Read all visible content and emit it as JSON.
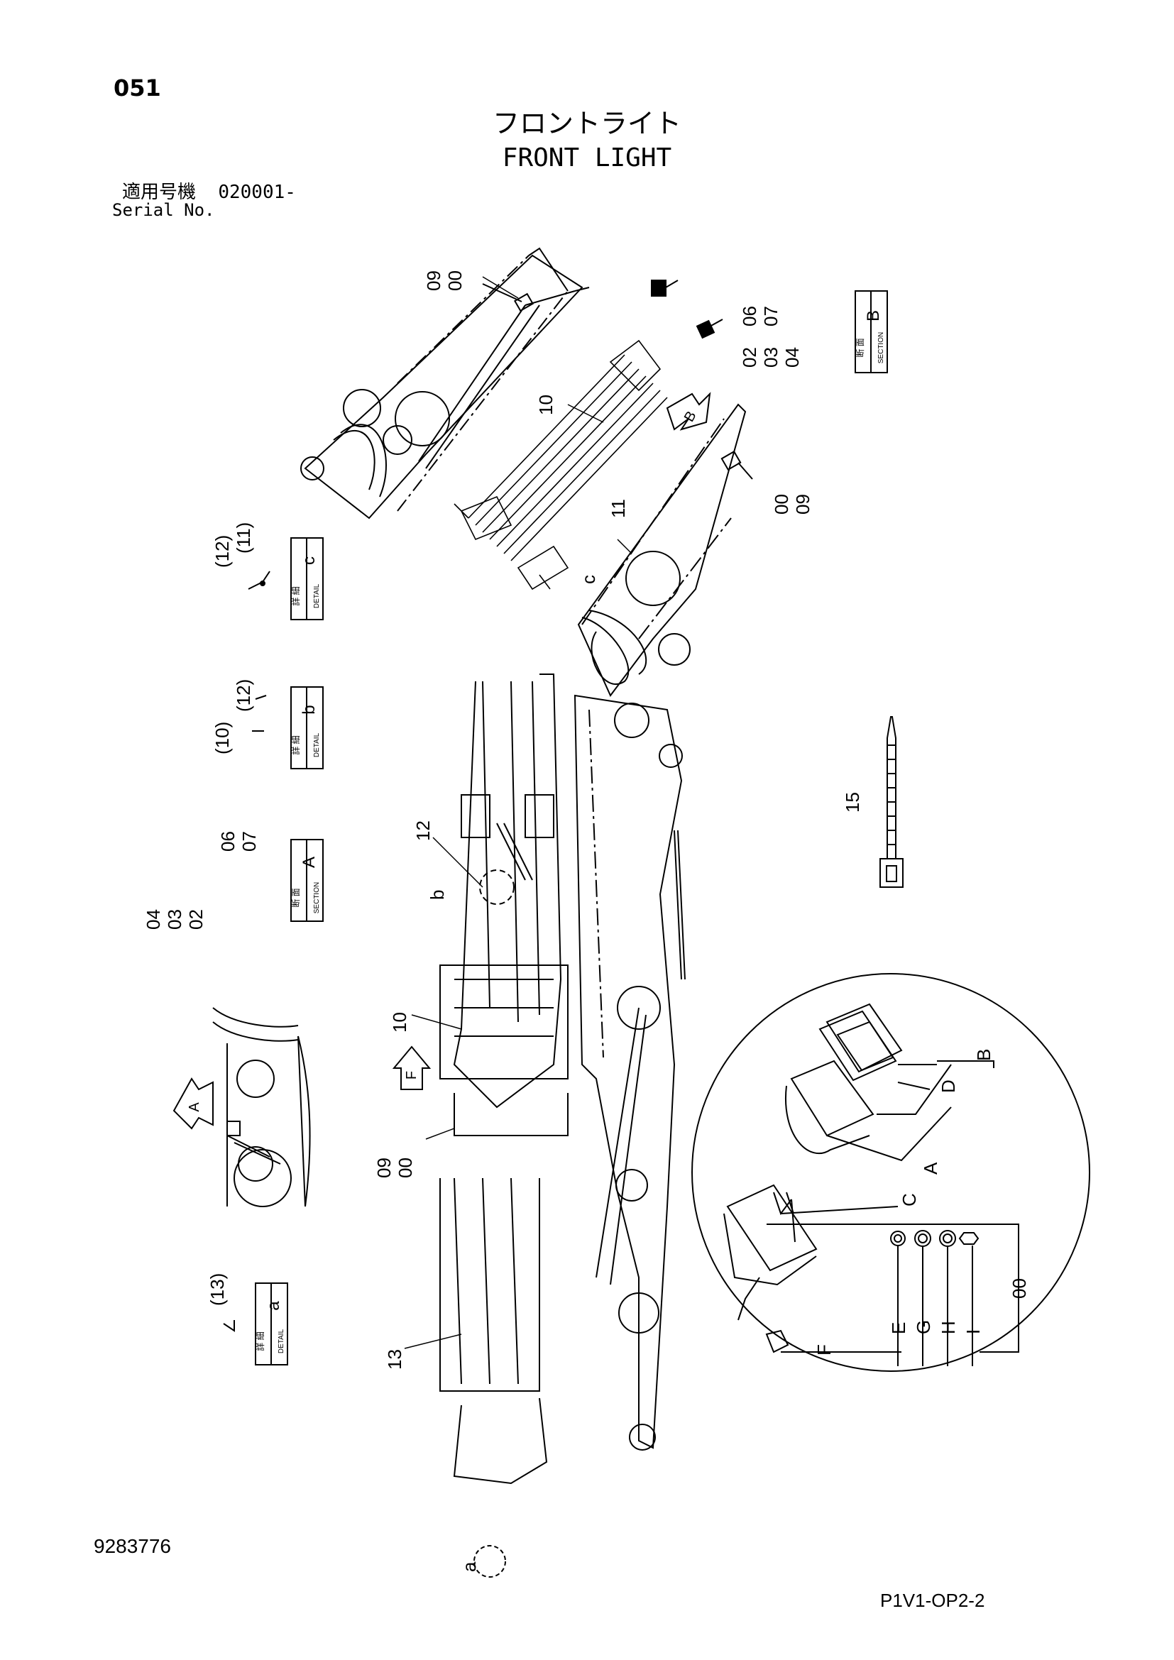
{
  "header": {
    "page_number": "051",
    "title_ja": "フロントライト",
    "title_en": "FRONT LIGHT",
    "serial_label_ja": "適用号機",
    "serial_value": "020001-",
    "serial_label_en": "Serial No."
  },
  "footer": {
    "drawing_number": "9283776",
    "sheet_code": "P1V1-OP2-2"
  },
  "boxes": {
    "section_b": {
      "ja": "断 面",
      "en": "SECTION",
      "letter": "B"
    },
    "section_a": {
      "ja": "断 面",
      "en": "SECTION",
      "letter": "A"
    },
    "detail_c": {
      "ja": "詳 細",
      "en": "DETAIL",
      "letter": "c"
    },
    "detail_b": {
      "ja": "詳 細",
      "en": "DETAIL",
      "letter": "b"
    },
    "detail_a": {
      "ja": "詳 細",
      "en": "DETAIL",
      "letter": "a"
    }
  },
  "callouts": {
    "top_light_stack": [
      "09",
      "00"
    ],
    "section_b_stack": [
      "06",
      "07"
    ],
    "section_b_bottom_stack": [
      "02",
      "03",
      "04"
    ],
    "right_light_stack": [
      "00",
      "09"
    ],
    "bottom_light_stack": [
      "09",
      "00"
    ],
    "section_a_stack_top": [
      "06",
      "07"
    ],
    "section_a_stack_bottom": [
      "04",
      "03",
      "02"
    ],
    "harness_10_top": "10",
    "harness_11": "11",
    "harness_12": "12",
    "harness_10_bottom": "10",
    "harness_13": "13",
    "tie_15": "15",
    "detail_c_parts": [
      "(12)",
      "(11)"
    ],
    "detail_b_parts": [
      "(10)",
      "(12)"
    ],
    "detail_a_parts": [
      "(13)"
    ],
    "view_b_arrow": "B",
    "view_a_arrow": "A",
    "view_f_arrow": "F",
    "loc_c": "c",
    "loc_b": "b",
    "loc_a": "a"
  },
  "exploded_view": {
    "assembly_label": "00",
    "letters": [
      "B",
      "D",
      "A",
      "C",
      "E",
      "G",
      "H",
      "I",
      "F"
    ]
  }
}
